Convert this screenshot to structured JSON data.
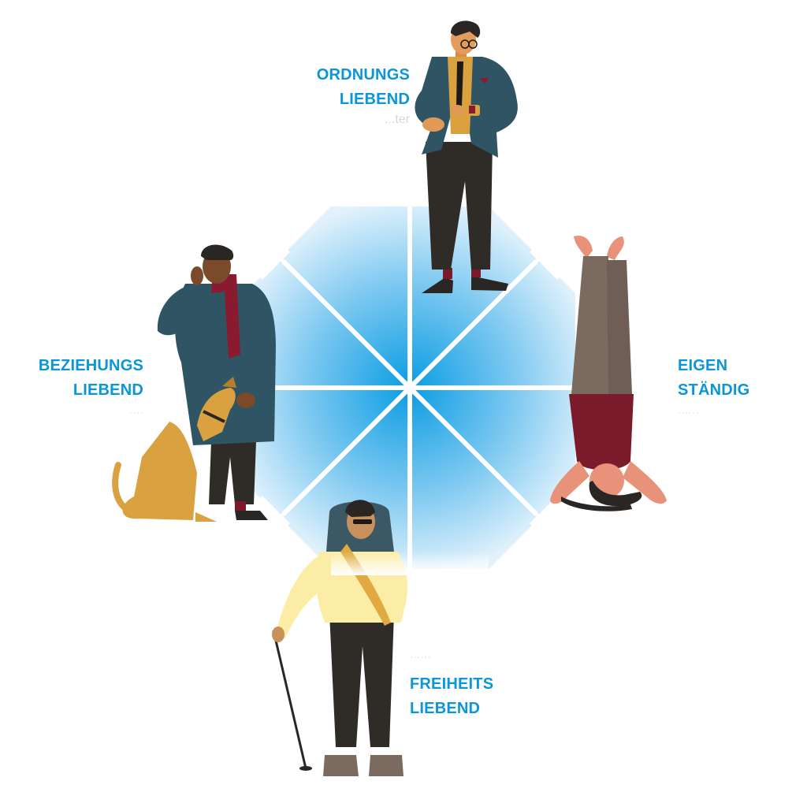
{
  "colors": {
    "label": "#0a96d8",
    "sublabel": "#e4e4e4",
    "center": "#0a9ce3",
    "edge": "#d8eefb",
    "divider": "#ffffff"
  },
  "segments": [
    {
      "id": "ordnungsliebend",
      "line1": "ORDNUNGS",
      "line2": "LIEBEND",
      "sub": "...ter",
      "figure": "man-in-suit-with-glasses"
    },
    {
      "id": "eigenstaendig",
      "line1": "EIGEN",
      "line2": "STÄNDIG",
      "sub": "......",
      "figure": "woman-doing-headstand"
    },
    {
      "id": "freiheitsliebend",
      "line1": "FREIHEITS",
      "line2": "LIEBEND",
      "sub": "......",
      "figure": "hiker-with-backpack-and-pole"
    },
    {
      "id": "beziehungsliebend",
      "line1": "BEZIEHUNGS",
      "line2": "LIEBEND",
      "sub": "....",
      "figure": "man-on-phone-with-dog"
    }
  ]
}
